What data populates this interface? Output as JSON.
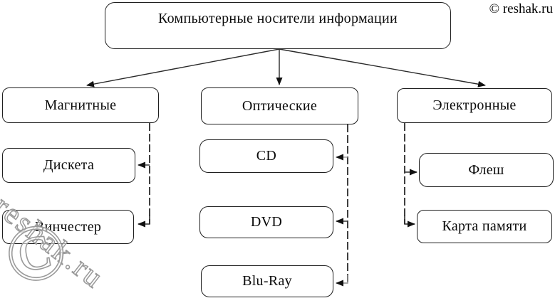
{
  "page": {
    "background": "#ffffff",
    "line_color": "#2a2a2a",
    "box_border_color": "#1f1f1f"
  },
  "watermarks": {
    "top_right": "© reshak.ru",
    "corner_symbol": "©",
    "diagonal_text": "reshak.ru",
    "outline_color": "#9a9a9a"
  },
  "diagram": {
    "root": "Компьютерные носители информации",
    "branches": [
      {
        "id": "magnetic",
        "label": "Магнитные",
        "children": [
          {
            "id": "diskette",
            "label": "Дискета"
          },
          {
            "id": "winchester",
            "label": "Винчестер"
          }
        ]
      },
      {
        "id": "optical",
        "label": "Оптические",
        "children": [
          {
            "id": "cd",
            "label": "CD"
          },
          {
            "id": "dvd",
            "label": "DVD"
          },
          {
            "id": "bluray",
            "label": "Blu-Ray"
          }
        ]
      },
      {
        "id": "electronic",
        "label": "Электронные",
        "children": [
          {
            "id": "flash",
            "label": "Флеш"
          },
          {
            "id": "memory_card",
            "label": "Карта памяти"
          }
        ]
      }
    ]
  }
}
